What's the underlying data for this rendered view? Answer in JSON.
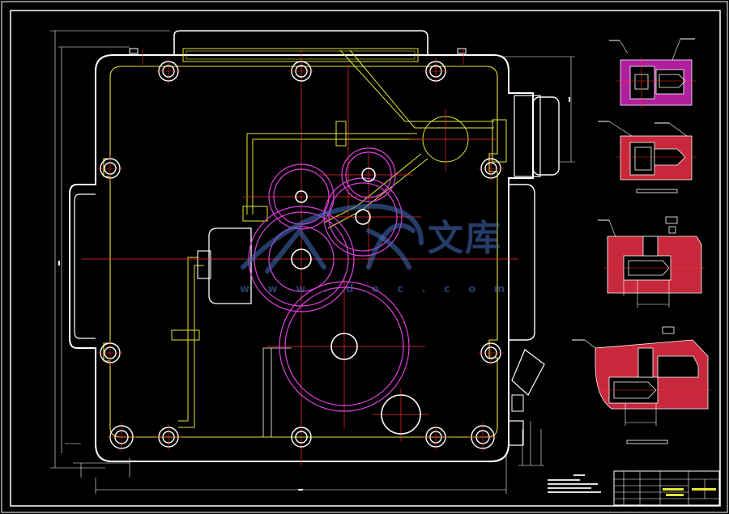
{
  "watermark": {
    "text": "文库",
    "url": "w w w . d o c . c o m"
  },
  "colors": {
    "background": "#000000",
    "frame": "#ffffff",
    "body_outline": "#ffffff",
    "inner_outline": "#e6e632",
    "gears": "#e040e0",
    "centerlines": "#ff2a2a",
    "hatch": "#e8285a",
    "watermark": "#4a70c0"
  },
  "views": [
    {
      "name": "main-plan-view"
    },
    {
      "name": "section-view-a"
    },
    {
      "name": "section-view-b"
    },
    {
      "name": "section-view-c"
    },
    {
      "name": "section-view-d"
    }
  ],
  "icons": [
    "watermark-logo-icon"
  ]
}
